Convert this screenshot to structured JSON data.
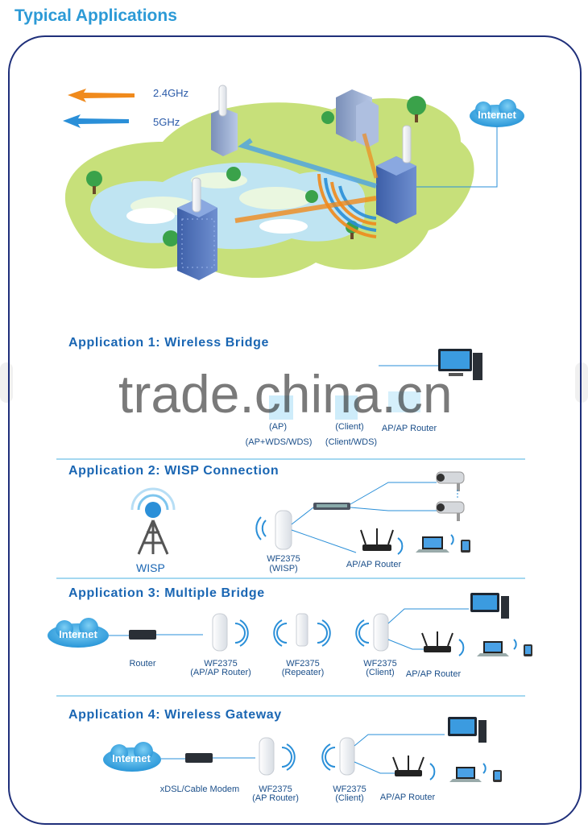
{
  "page": {
    "title": "Typical Applications"
  },
  "legend": {
    "band_24": "2.4GHz",
    "band_5": "5GHz",
    "color_24": "#f08a1c",
    "color_5": "#2a8fd8"
  },
  "top_scene": {
    "internet": "Internet"
  },
  "app1": {
    "title": "Application 1: Wireless Bridge",
    "ap_mode": "(AP)",
    "client_mode": "(Client)",
    "router": "AP/AP Router",
    "ap_wds": "(AP+WDS/WDS)",
    "client_wds": "(Client/WDS)"
  },
  "app2": {
    "title": "Application 2: WISP Connection",
    "wisp": "WISP",
    "device_name": "WF2375",
    "device_mode": "(WISP)",
    "router": "AP/AP Router"
  },
  "app3": {
    "title": "Application 3: Multiple Bridge",
    "internet": "Internet",
    "router": "Router",
    "dev1_name": "WF2375",
    "dev1_mode": "(AP/AP Router)",
    "dev2_name": "WF2375",
    "dev2_mode": "(Repeater)",
    "dev3_name": "WF2375",
    "dev3_mode": "(Client)",
    "ap_router": "AP/AP Router"
  },
  "app4": {
    "title": "Application 4: Wireless Gateway",
    "internet": "Internet",
    "modem": "xDSL/Cable Modem",
    "dev1_name": "WF2375",
    "dev1_mode": "(AP Router)",
    "dev2_name": "WF2375",
    "dev2_mode": "(Client)",
    "ap_router": "AP/AP Router"
  },
  "watermark": "trade.china.cn"
}
